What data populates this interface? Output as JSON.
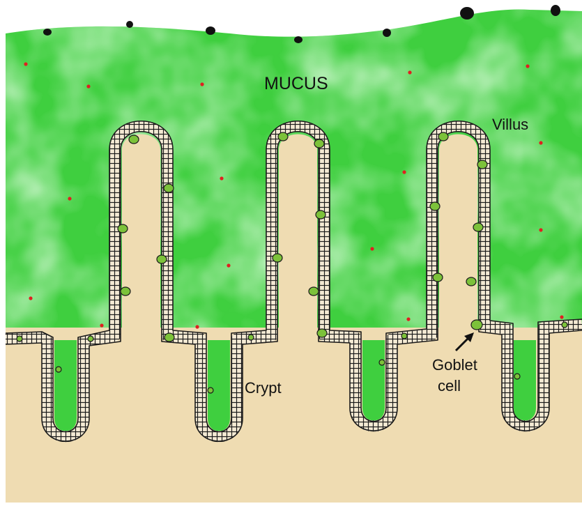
{
  "labels": {
    "mucus": "MUCUS",
    "villus": "Villus",
    "crypt": "Crypt",
    "goblet_line1": "Goblet",
    "goblet_line2": "cell"
  },
  "colors": {
    "mucus_green": "#3fcf3f",
    "mucus_light": "#8fe68f",
    "tissue_tan": "#efdcb2",
    "epithelium_cell": "#f4ead4",
    "epithelium_outline": "#1a1a1a",
    "goblet_green": "#7cc23a",
    "bacteria_red": "#e02020",
    "surface_particle": "#111111"
  },
  "icons": {
    "arrow": "arrow-icon"
  }
}
